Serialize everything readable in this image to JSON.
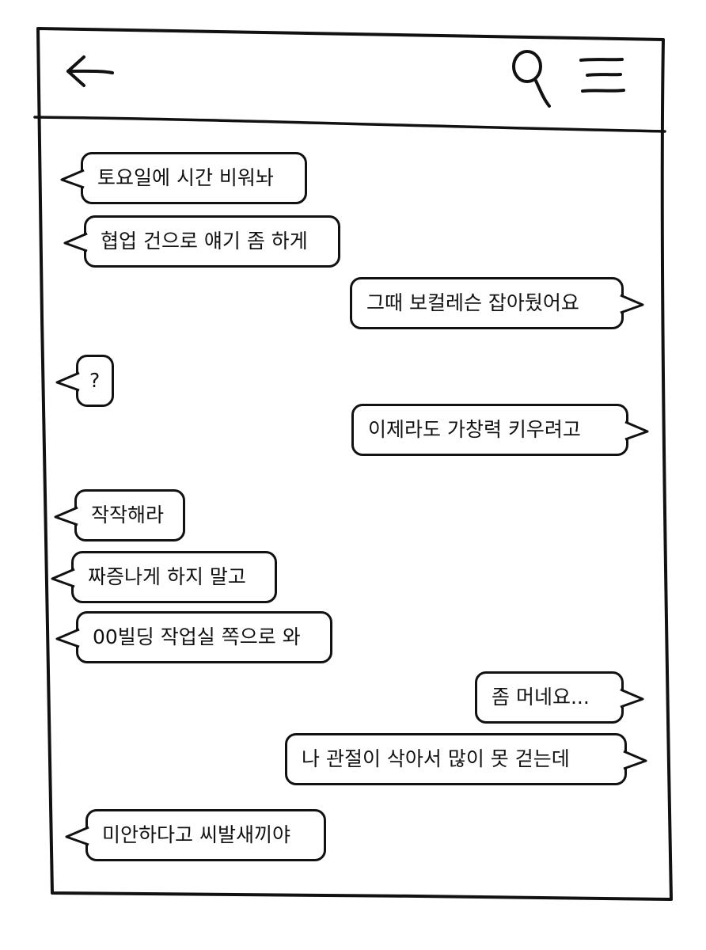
{
  "header": {
    "back_icon": "back-arrow-icon",
    "search_icon": "search-icon",
    "menu_icon": "menu-icon"
  },
  "messages": [
    {
      "side": "left",
      "text": "토요일에 시간 비워놔"
    },
    {
      "side": "left",
      "text": "협업 건으로 얘기 좀 하게"
    },
    {
      "side": "right",
      "text": "그때 보컬레슨 잡아뒀어요"
    },
    {
      "side": "left",
      "text": "?"
    },
    {
      "side": "right",
      "text": "이제라도 가창력 키우려고"
    },
    {
      "side": "left",
      "text": "작작해라"
    },
    {
      "side": "left",
      "text": "짜증나게 하지 말고"
    },
    {
      "side": "left",
      "text": "00빌딩 작업실 쪽으로 와"
    },
    {
      "side": "right",
      "text": "좀 머네요..."
    },
    {
      "side": "right",
      "text": "나 관절이 삭아서 많이 못 걷는데"
    },
    {
      "side": "left",
      "text": "미안하다고 씨발새끼야"
    }
  ]
}
